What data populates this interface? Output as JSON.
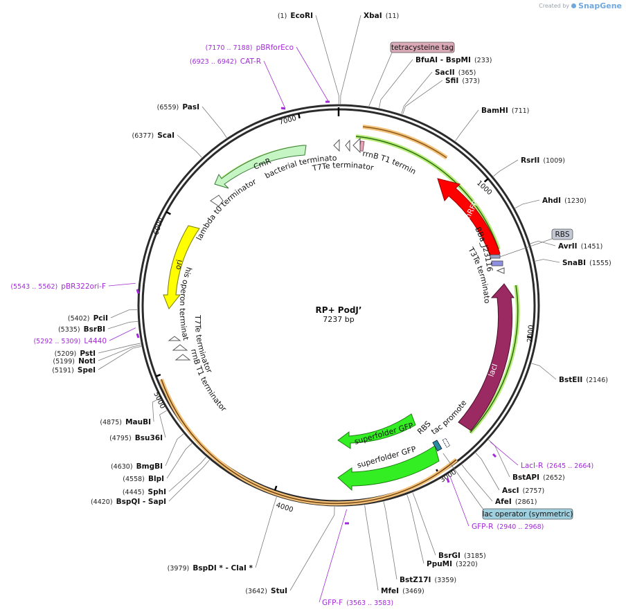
{
  "brand": {
    "prefix": "Created by",
    "name": "SnapGene"
  },
  "plasmid": {
    "name": "RP+ PodJ’",
    "length_label": "7237 bp",
    "length": 7237
  },
  "ticks": [
    "1000",
    "2000",
    "3000",
    "4000",
    "5000",
    "6000",
    "7000"
  ],
  "tick_values": [
    1000,
    2000,
    3000,
    4000,
    5000,
    6000,
    7000
  ],
  "sites": [
    {
      "name": "EcoRI",
      "pos": "(1)",
      "side": "left"
    },
    {
      "name": "XbaI",
      "pos": "(11)",
      "side": "right"
    },
    {
      "name": "BfuAI  - BspMI",
      "pos": "(233)",
      "side": "right"
    },
    {
      "name": "SacII",
      "pos": "(365)",
      "side": "right"
    },
    {
      "name": "SfiI",
      "pos": "(373)",
      "side": "right"
    },
    {
      "name": "BamHI",
      "pos": "(711)",
      "side": "right"
    },
    {
      "name": "RsrII",
      "pos": "(1009)",
      "side": "right"
    },
    {
      "name": "AhdI",
      "pos": "(1230)",
      "side": "right"
    },
    {
      "name": "AvrII",
      "pos": "(1451)",
      "side": "right"
    },
    {
      "name": "SnaBI",
      "pos": "(1555)",
      "side": "right"
    },
    {
      "name": "BstEII",
      "pos": "(2146)",
      "side": "right"
    },
    {
      "name": "BstAPI",
      "pos": "(2652)",
      "side": "right"
    },
    {
      "name": "AscI",
      "pos": "(2757)",
      "side": "right"
    },
    {
      "name": "AfeI",
      "pos": "(2861)",
      "side": "right"
    },
    {
      "name": "BsrGI",
      "pos": "(3185)",
      "side": "right"
    },
    {
      "name": "PpuMI",
      "pos": "(3220)",
      "side": "right"
    },
    {
      "name": "BstZ17I",
      "pos": "(3359)",
      "side": "right"
    },
    {
      "name": "MfeI",
      "pos": "(3469)",
      "side": "right"
    },
    {
      "name": "StuI",
      "pos": "(3642)",
      "side": "left"
    },
    {
      "name": "BspDI * - ClaI *",
      "pos": "(3979)",
      "side": "left"
    },
    {
      "name": "BspQI  - SapI",
      "pos": "(4420)",
      "side": "left"
    },
    {
      "name": "SphI",
      "pos": "(4445)",
      "side": "left"
    },
    {
      "name": "BlpI",
      "pos": "(4558)",
      "side": "left"
    },
    {
      "name": "BmgBI",
      "pos": "(4630)",
      "side": "left"
    },
    {
      "name": "Bsu36I",
      "pos": "(4795)",
      "side": "left"
    },
    {
      "name": "MauBI",
      "pos": "(4875)",
      "side": "left"
    },
    {
      "name": "SpeI",
      "pos": "(5191)",
      "side": "left"
    },
    {
      "name": "NotI",
      "pos": "(5199)",
      "side": "left"
    },
    {
      "name": "PstI",
      "pos": "(5209)",
      "side": "left"
    },
    {
      "name": "BsrBI",
      "pos": "(5335)",
      "side": "left"
    },
    {
      "name": "PciI",
      "pos": "(5402)",
      "side": "left"
    },
    {
      "name": "ScaI",
      "pos": "(6377)",
      "side": "left"
    },
    {
      "name": "PasI",
      "pos": "(6559)",
      "side": "left"
    }
  ],
  "primers": [
    {
      "name": "pBRforEco",
      "range": "(7170 .. 7188)"
    },
    {
      "name": "CAT-R",
      "range": "(6923 .. 6942)"
    },
    {
      "name": "pBR322ori-F",
      "range": "(5543 .. 5562)"
    },
    {
      "name": "L4440",
      "range": "(5292 .. 5309)"
    },
    {
      "name": "LacI-R",
      "range": "(2645 .. 2664)"
    },
    {
      "name": "GFP-R",
      "range": "(2940 .. 2968)"
    },
    {
      "name": "GFP-F",
      "range": "(3563 .. 3583)"
    }
  ],
  "features": {
    "tetracysteine_tag": "tetracysteine tag",
    "rbs_box": "RBS",
    "lac_operator": "lac operator (symmetric)",
    "mrfp1": "mRFP1",
    "laci": "lacI",
    "cmr": "CmR",
    "ori": "ori",
    "sfgfp_inner": "superfolder GFP",
    "sfgfp_outer": "superfolder GFP",
    "bba": "BBa_J23116",
    "t3te": "T3Te terminator",
    "tac": "tac promoter",
    "rbs_small": "RBS",
    "rrnb_top": "rrnB T1 terminator",
    "t7te_top": "T7Te terminator",
    "bact_term": "bacterial terminator",
    "lambda": "lambda t0 terminator",
    "his_op": "his operon terminator",
    "t7te_left": "T7Te terminator",
    "rrnb_left": "rrnB T1 terminator"
  },
  "colors": {
    "backbone": "#333333",
    "mrfp1": "#ff0000",
    "laci": "#9e2a5e",
    "cmr": "#c8f6c8",
    "ori": "#ffff00",
    "sfgfp": "#33ee22",
    "primer": "#a12ad6",
    "orange_arc": "#f0b060",
    "green_arc": "#99dd55"
  }
}
